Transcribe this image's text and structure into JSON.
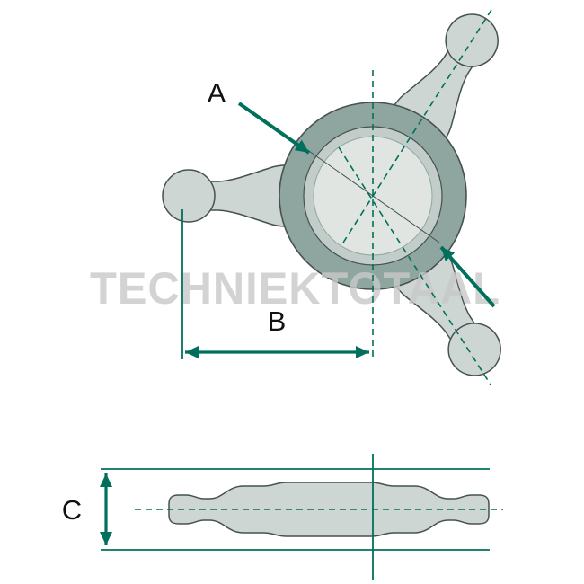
{
  "diagram": {
    "watermark": "TECHNIEKTOTAAL",
    "labels": {
      "a": "A",
      "b": "B",
      "c": "C"
    }
  },
  "colors": {
    "green": "#00705c",
    "part-light": "#cdd6d2",
    "part-ring": "#8fa6a0",
    "part-mid": "#c2cdc9",
    "part-inner": "#e0e5e2",
    "outline": "#46524f",
    "watermark": "#c9c9c9",
    "label": "#111111",
    "background": "#ffffff"
  }
}
